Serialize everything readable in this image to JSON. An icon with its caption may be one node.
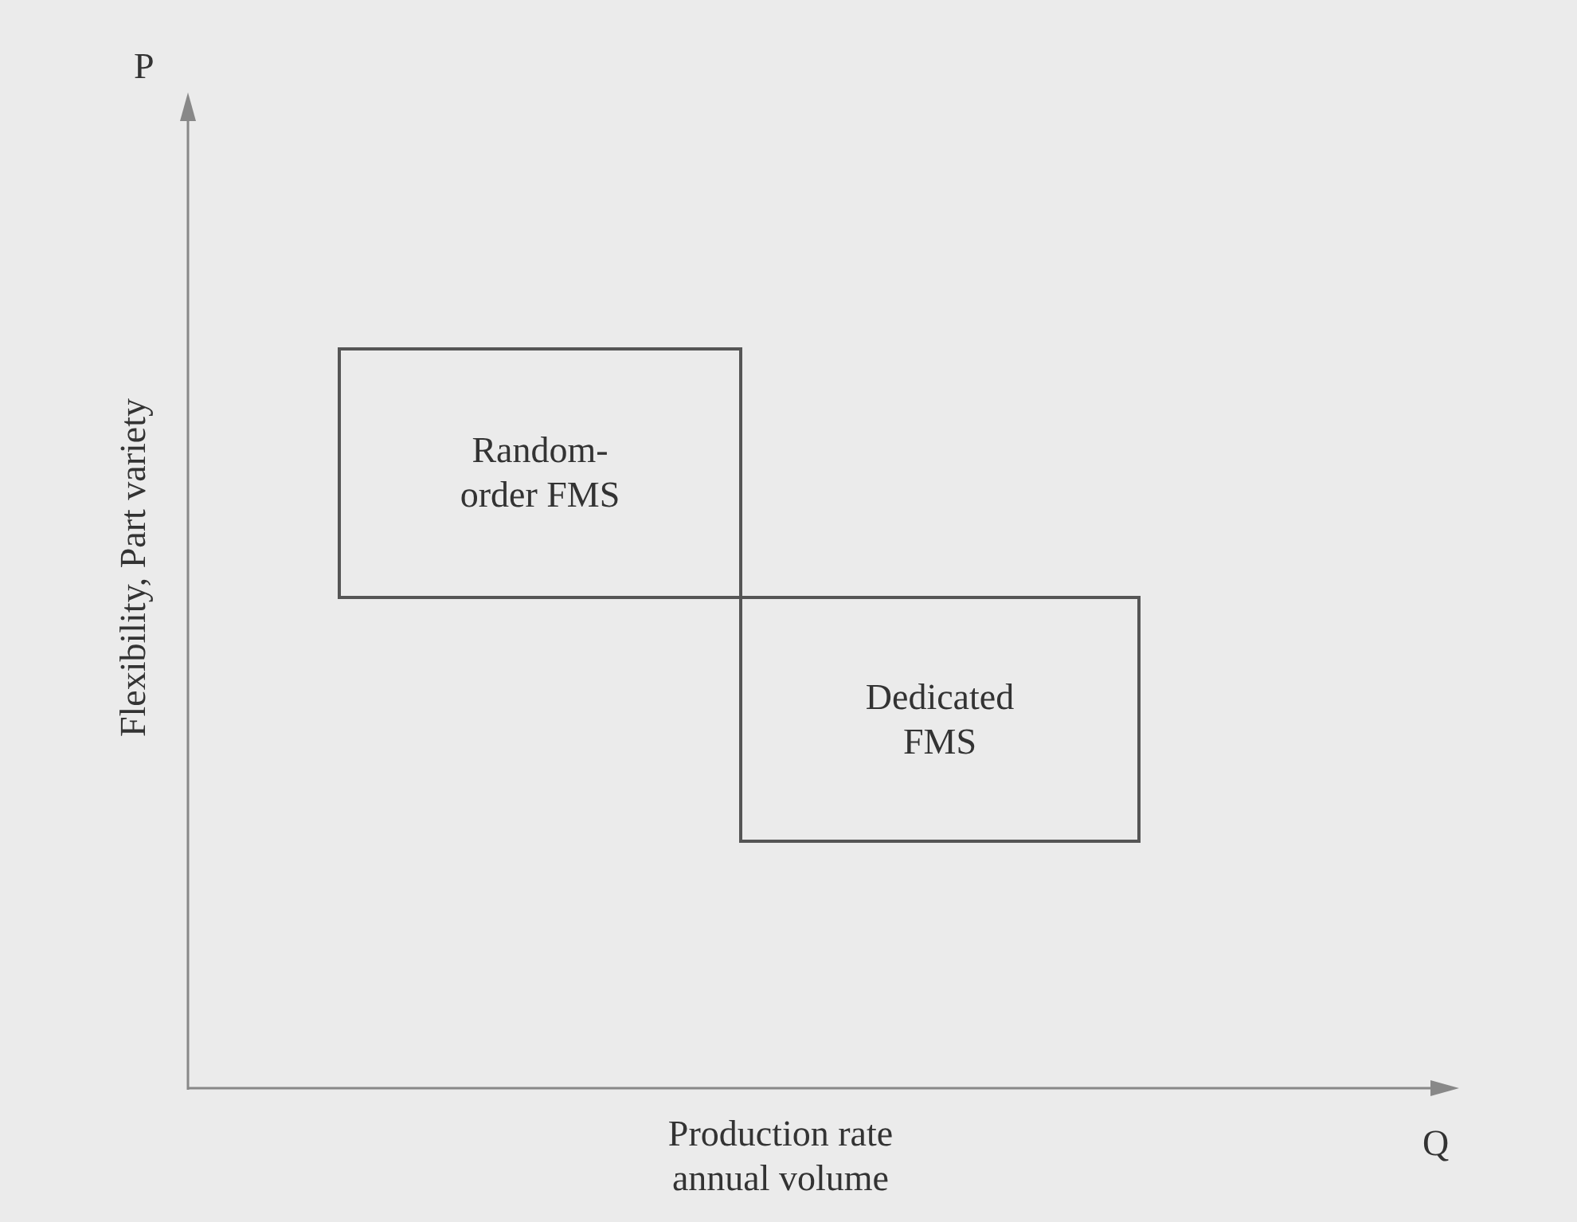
{
  "diagram": {
    "nodes": [
      {
        "text": [
          "Random-order FMS"
        ]
      },
      {
        "text": [
          "Dedicated FMS"
        ]
      }
    ],
    "labels": [
      "P",
      "Flexibility, Part variety",
      "Production rate annual volume",
      "Q"
    ]
  }
}
